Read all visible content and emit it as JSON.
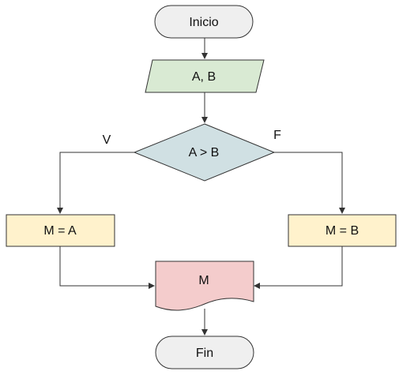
{
  "diagram": {
    "type": "flowchart",
    "nodes": {
      "start": {
        "label": "Inicio",
        "shape": "terminator",
        "fill": "#efefef"
      },
      "input": {
        "label": "A, B",
        "shape": "parallelogram",
        "fill": "#d9ead3"
      },
      "decision": {
        "label": "A > B",
        "shape": "diamond",
        "fill": "#d0e0e3"
      },
      "assign_a": {
        "label": "M = A",
        "shape": "process",
        "fill": "#fff2cc"
      },
      "assign_b": {
        "label": "M = B",
        "shape": "process",
        "fill": "#fff2cc"
      },
      "output": {
        "label": "M",
        "shape": "document",
        "fill": "#f4cccc"
      },
      "end": {
        "label": "Fin",
        "shape": "terminator",
        "fill": "#efefef"
      }
    },
    "branches": {
      "true_label": "V",
      "false_label": "F"
    },
    "edges": [
      {
        "from": "start",
        "to": "input"
      },
      {
        "from": "input",
        "to": "decision"
      },
      {
        "from": "decision",
        "to": "assign_a",
        "label": "V"
      },
      {
        "from": "decision",
        "to": "assign_b",
        "label": "F"
      },
      {
        "from": "assign_a",
        "to": "output"
      },
      {
        "from": "assign_b",
        "to": "output"
      },
      {
        "from": "output",
        "to": "end"
      }
    ]
  }
}
